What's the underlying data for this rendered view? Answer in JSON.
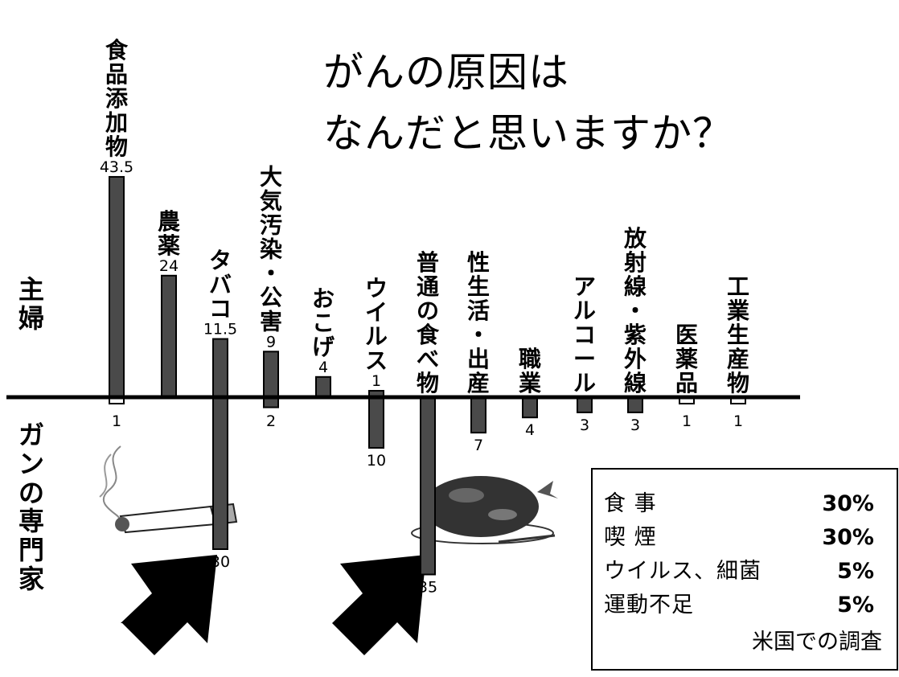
{
  "title": [
    "がんの原因は",
    "なんだと思いますか？"
  ],
  "side_labels": {
    "top": "主婦",
    "bottom": "ガンの専門家"
  },
  "colors": {
    "bar_fill": "#4a4a4a",
    "bar_border": "#000000"
  },
  "chart_data": {
    "type": "bar",
    "categories": [
      "食品添加物",
      "農薬",
      "タバコ",
      "大気汚染・公害",
      "おこげ",
      "ウイルス",
      "普通の食べ物",
      "性生活・出産",
      "職業",
      "アルコール",
      "放射線・紫外線",
      "医薬品",
      "工業生産物"
    ],
    "series": [
      {
        "name": "主婦",
        "values": [
          43.5,
          24,
          11.5,
          9,
          4,
          1,
          null,
          null,
          null,
          null,
          null,
          null,
          null
        ]
      },
      {
        "name": "ガンの専門家",
        "values": [
          1,
          null,
          30,
          2,
          null,
          10,
          35,
          7,
          4,
          3,
          3,
          1,
          1
        ]
      }
    ],
    "value_labels": {
      "主婦": [
        "43.5",
        "24",
        "11.5",
        "9",
        "4",
        "1",
        "",
        "",
        "",
        "",
        "",
        "",
        ""
      ],
      "ガンの専門家": [
        "1",
        "",
        "30",
        "2",
        "",
        "10",
        "35",
        "7",
        "4",
        "3",
        "3",
        "1",
        "1"
      ]
    }
  },
  "survey": {
    "rows": [
      {
        "label": "食 事",
        "value": "30%"
      },
      {
        "label": "喫 煙",
        "value": "30%"
      },
      {
        "label": "ウイルス、細菌",
        "value": "5%"
      },
      {
        "label": "運動不足",
        "value": "5%"
      }
    ],
    "note": "米国での調査"
  }
}
